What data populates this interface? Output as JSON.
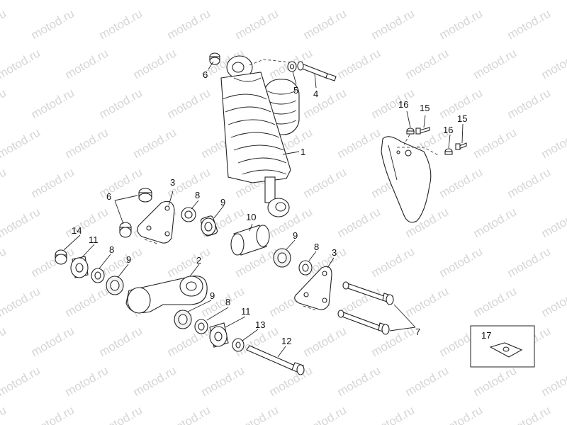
{
  "watermark": {
    "text": "motod.ru"
  },
  "callouts": [
    {
      "id": "c1",
      "label": "1"
    },
    {
      "id": "c2",
      "label": "2"
    },
    {
      "id": "c3a",
      "label": "3"
    },
    {
      "id": "c3b",
      "label": "3"
    },
    {
      "id": "c4",
      "label": "4"
    },
    {
      "id": "c5",
      "label": "5"
    },
    {
      "id": "c6a",
      "label": "6"
    },
    {
      "id": "c6b",
      "label": "6"
    },
    {
      "id": "c7",
      "label": "7"
    },
    {
      "id": "c8a",
      "label": "8"
    },
    {
      "id": "c8b",
      "label": "8"
    },
    {
      "id": "c8c",
      "label": "8"
    },
    {
      "id": "c8d",
      "label": "8"
    },
    {
      "id": "c9a",
      "label": "9"
    },
    {
      "id": "c9b",
      "label": "9"
    },
    {
      "id": "c9c",
      "label": "9"
    },
    {
      "id": "c9d",
      "label": "9"
    },
    {
      "id": "c10",
      "label": "10"
    },
    {
      "id": "c11a",
      "label": "11"
    },
    {
      "id": "c11b",
      "label": "11"
    },
    {
      "id": "c12",
      "label": "12"
    },
    {
      "id": "c13",
      "label": "13"
    },
    {
      "id": "c14",
      "label": "14"
    },
    {
      "id": "c15a",
      "label": "15"
    },
    {
      "id": "c15b",
      "label": "15"
    },
    {
      "id": "c16a",
      "label": "16"
    },
    {
      "id": "c16b",
      "label": "16"
    },
    {
      "id": "c17",
      "label": "17"
    }
  ]
}
